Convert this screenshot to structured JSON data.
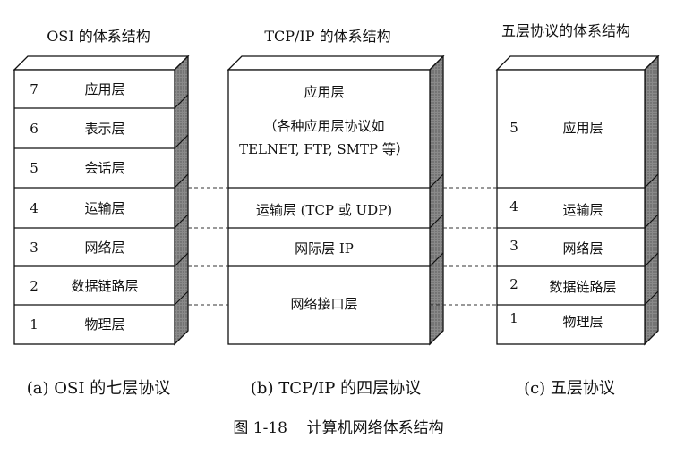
{
  "titles": {
    "osi": "OSI 的体系结构",
    "tcpip": "TCP/IP 的体系结构",
    "five": "五层协议的体系结构"
  },
  "osi_layers": [
    {
      "num": "7",
      "name": "应用层"
    },
    {
      "num": "6",
      "name": "表示层"
    },
    {
      "num": "5",
      "name": "会话层"
    },
    {
      "num": "4",
      "name": "运输层"
    },
    {
      "num": "3",
      "name": "网络层"
    },
    {
      "num": "2",
      "name": "数据链路层"
    },
    {
      "num": "1",
      "name": "物理层"
    }
  ],
  "tcpip_layers": {
    "application": {
      "name": "应用层",
      "desc_line1": "（各种应用层协议如",
      "desc_line2": "TELNET, FTP, SMTP 等）"
    },
    "transport": "运输层 (TCP 或 UDP)",
    "internet": "网际层 IP",
    "network_interface": "网络接口层"
  },
  "five_layers": [
    {
      "num": "5",
      "name": "应用层"
    },
    {
      "num": "4",
      "name": "运输层"
    },
    {
      "num": "3",
      "name": "网络层"
    },
    {
      "num": "2",
      "name": "数据链路层"
    },
    {
      "num": "1",
      "name": "物理层"
    }
  ],
  "captions": {
    "a": "(a) OSI 的七层协议",
    "b": "(b) TCP/IP 的四层协议",
    "c": "(c)  五层协议"
  },
  "figure_caption": "图 1-18    计算机网络体系结构"
}
